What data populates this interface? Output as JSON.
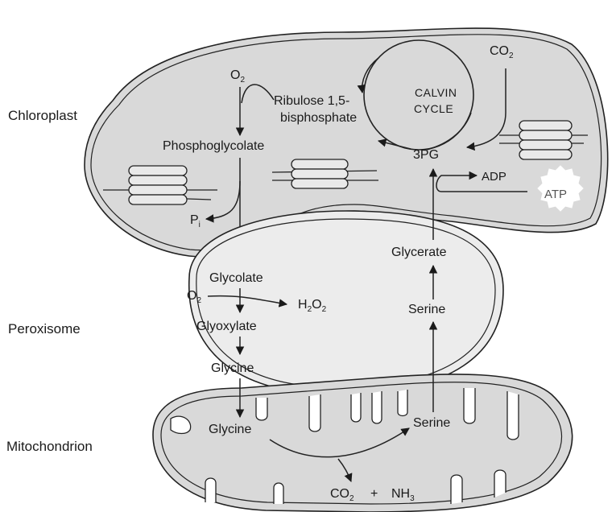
{
  "labels": {
    "chloroplast": "Chloroplast",
    "peroxisome": "Peroxisome",
    "mitochondrion": "Mitochondrion"
  },
  "chloroplast": {
    "o2": "O",
    "o2_sub": "2",
    "co2": "CO",
    "co2_sub": "2",
    "rubp_line1": "Ribulose 1,5-",
    "rubp_line2": "bisphosphate",
    "calvin_line1": "CALVIN",
    "calvin_line2": "CYCLE",
    "phosphoglycolate": "Phosphoglycolate",
    "pi": "P",
    "pi_sub": "i",
    "pg3": "3PG",
    "adp": "ADP",
    "atp": "ATP"
  },
  "peroxisome": {
    "glycolate": "Glycolate",
    "o2": "O",
    "o2_sub": "2",
    "h2o2_h": "H",
    "h2o2_sub1": "2",
    "h2o2_o": "O",
    "h2o2_sub2": "2",
    "glyoxylate": "Glyoxylate",
    "glycine": "Glycine",
    "glycerate": "Glycerate",
    "serine": "Serine"
  },
  "mitochondrion": {
    "glycine": "Glycine",
    "serine": "Serine",
    "co2": "CO",
    "co2_sub": "2",
    "plus": "+",
    "nh3": "NH",
    "nh3_sub": "3"
  }
}
